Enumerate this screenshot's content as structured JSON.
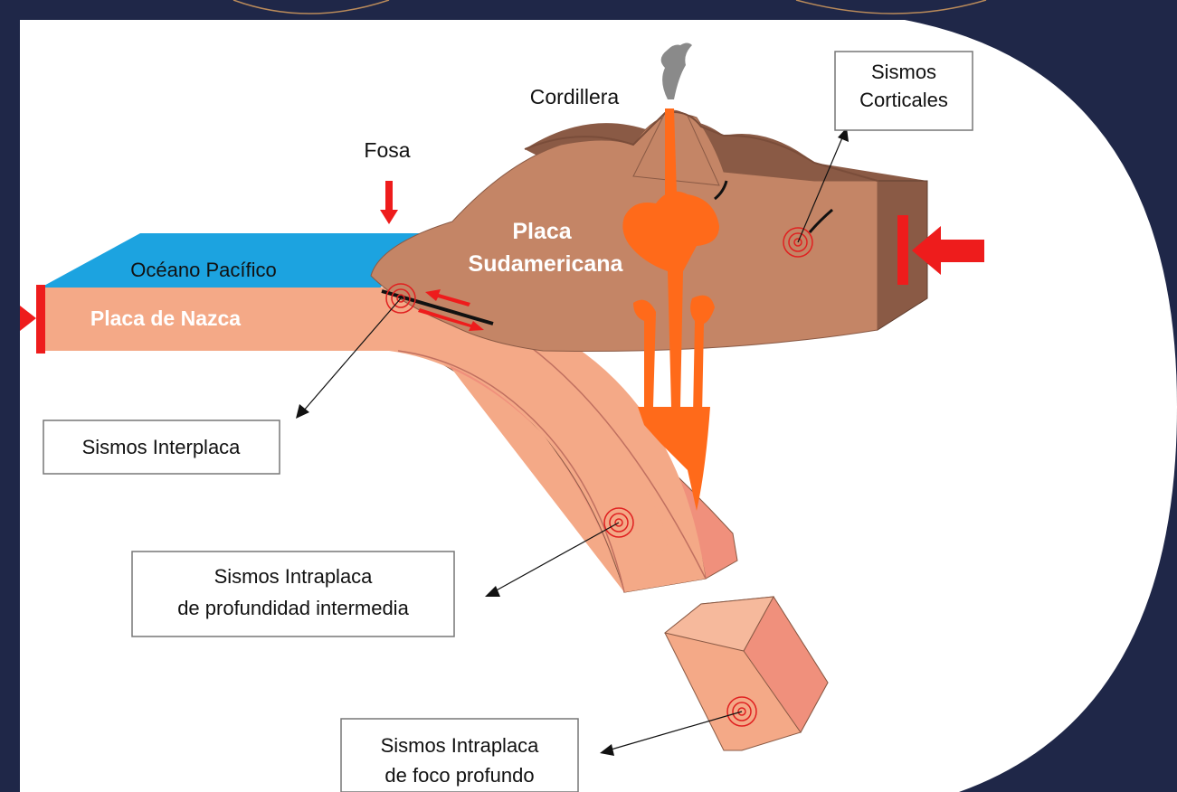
{
  "diagram": {
    "labels": {
      "cordillera": "Cordillera",
      "fosa": "Fosa",
      "oceano": "Océano Pacífico",
      "placa_nazca": "Placa de Nazca",
      "placa_sud_1": "Placa",
      "placa_sud_2": "Sudamericana"
    },
    "callouts": {
      "corticales_1": "Sismos",
      "corticales_2": "Corticales",
      "interplaca": "Sismos Interplaca",
      "intermedia_1": "Sismos Intraplaca",
      "intermedia_2": "de profundidad intermedia",
      "profundo_1": "Sismos Intraplaca",
      "profundo_2": "de foco profundo"
    },
    "colors": {
      "background": "#1f2748",
      "canvas": "#ffffff",
      "ocean": "#1ca3e0",
      "nazca": "#f4a987",
      "nazca_side": "#f0907c",
      "continent": "#c48566",
      "continent_dark": "#8a5a45",
      "magma": "#ff6a1a",
      "arrow_red": "#ee1c1c"
    }
  }
}
